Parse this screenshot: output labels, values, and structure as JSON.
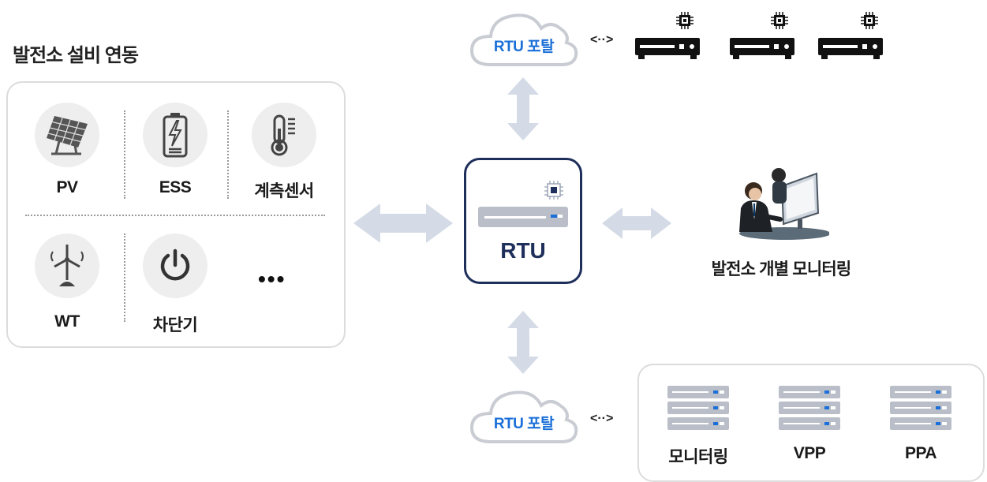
{
  "section_title": "발전소 설비 연동",
  "devices": [
    {
      "label": "PV",
      "icon": "solar-panel-icon"
    },
    {
      "label": "ESS",
      "icon": "battery-icon"
    },
    {
      "label": "계측센서",
      "icon": "thermometer-icon"
    },
    {
      "label": "WT",
      "icon": "wind-turbine-icon"
    },
    {
      "label": "차단기",
      "icon": "power-icon"
    }
  ],
  "more_label": "•••",
  "rtu": {
    "label": "RTU"
  },
  "portal_top": {
    "label": "RTU 포탈",
    "link": "<··>"
  },
  "portal_bottom": {
    "label": "RTU 포탈",
    "link": "<··>"
  },
  "monitoring": {
    "label": "발전소 개별 모니터링"
  },
  "servers": [
    {
      "label": "모니터링"
    },
    {
      "label": "VPP"
    },
    {
      "label": "PPA"
    }
  ],
  "colors": {
    "rtu_navy": "#1f2f5b",
    "portal_blue": "#1a6fd8",
    "arrow": "#d4dbe6"
  }
}
